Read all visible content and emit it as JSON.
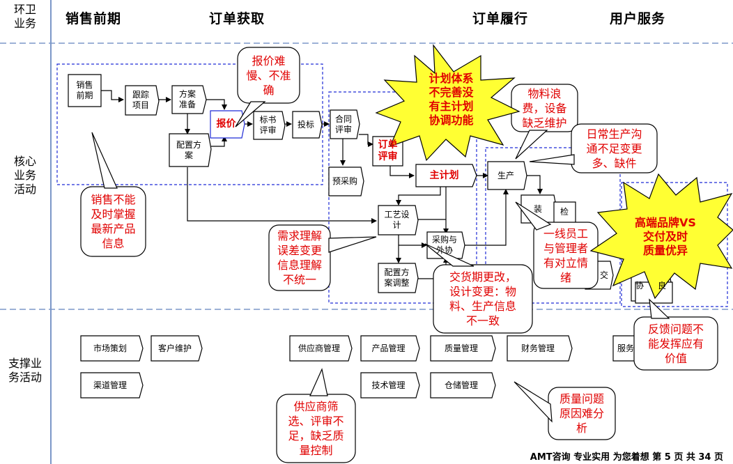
{
  "lanes": {
    "top": "环卫\n业务",
    "core": "核心\n业务\n活动",
    "support": "支撑业\n务活动"
  },
  "phases": [
    "销售前期",
    "订单获取",
    "订单履行",
    "用户服务"
  ],
  "process": {
    "pre_sales": "销售\n前期",
    "follow_project": "跟踪\n项目",
    "plan_prep": "方案\n准备",
    "config_plan": "配置方\n案",
    "quote": "报价",
    "bid_review": "标书\n评审",
    "bidding": "投标",
    "contract_review": "合同\n评审",
    "pre_purchase": "预采购",
    "order_review": "订单\n评审",
    "master_plan": "主计划",
    "production": "生产",
    "process_design": "工艺设\n计",
    "purchase_outsource": "采购与\n外协",
    "config_adjust": "配置方\n案调整",
    "partial_a": "装",
    "partial_b": "检",
    "partial_c": "交",
    "partial_d": "协",
    "partial_e": "良"
  },
  "support": {
    "market_planning": "市场策划",
    "customer_maintenance": "客户维护",
    "channel_management": "渠道管理",
    "supplier_management": "供应商管理",
    "product_management": "产品管理",
    "quality_management": "质量管理",
    "finance_management": "财务管理",
    "tech_management": "技术管理",
    "warehouse_management": "仓储管理",
    "service_partial": "服务"
  },
  "callouts": {
    "quote_slow": "报价难\n慢、不准\n确",
    "sales_info": "销售不能\n及时掌握\n最新产品\n信息",
    "material_waste": "物料浪\n费，设备\n缺乏维护",
    "daily_production": "日常生产沟\n通不足变更\n多、缺件",
    "demand_understanding": "需求理解\n误差变更\n信息理解\n不统一",
    "frontline": "一线员工\n与管理者\n有对立情\n绪",
    "delivery_change": "交货期更改，\n设计变更：物\n料、生产信息\n不一致",
    "feedback": "反馈问题不\n能发挥应有\n价值",
    "supplier_screening": "供应商筛\n选、评审不\n足，缺乏质\n量控制",
    "quality_cause": "质量问题\n原因难分\n析"
  },
  "stars": {
    "planning_system": "计划体系\n不完善没\n有主计划\n协调功能",
    "brand_vs": "高端品牌VS\n交付及时\n质量优异"
  },
  "footer": "AMT咨询 专业实用 为您着想 第 5 页 共 34 页",
  "colors": {
    "dashed_border": "#1f2bd6",
    "red_text": "#e00000",
    "star_fill": "#ffff33",
    "lane_divider": "#7b97c8"
  }
}
